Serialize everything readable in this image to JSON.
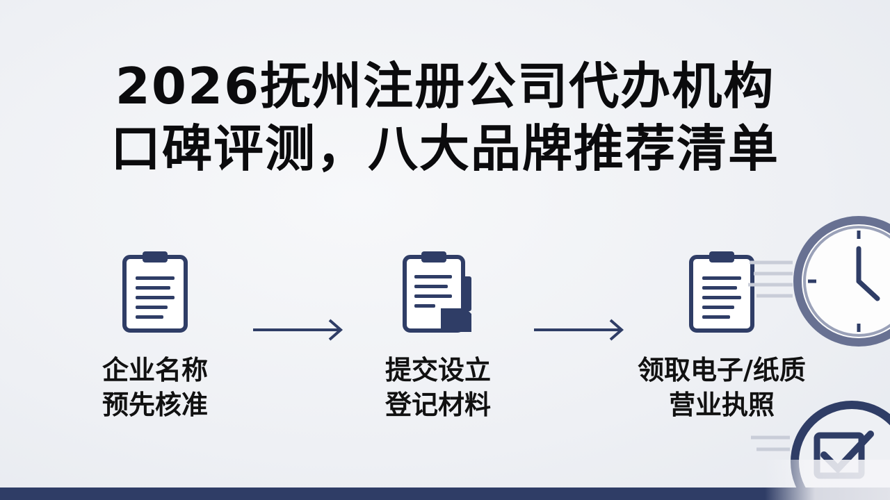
{
  "title": {
    "line1": "2026抚州注册公司代办机构",
    "line2": "口碑评测，八大品牌推荐清单"
  },
  "steps": [
    {
      "line1": "企业名称",
      "line2": "预先核准",
      "icon": "clipboard-icon"
    },
    {
      "line1": "提交设立",
      "line2": "登记材料",
      "icon": "clipboard-document-icon"
    },
    {
      "line1": "领取电子/纸质",
      "line2": "营业执照",
      "icon": "clipboard-icon"
    }
  ],
  "colors": {
    "accent": "#2f3d66",
    "title": "#0b0b0d",
    "icon_outline": "#2f3d66"
  }
}
